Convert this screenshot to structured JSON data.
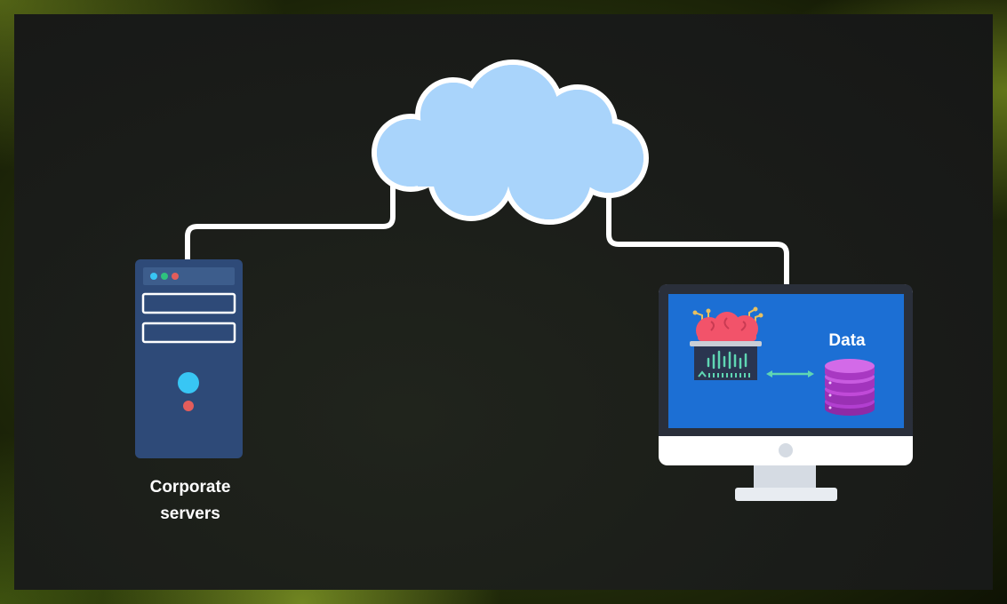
{
  "diagram": {
    "server_label_line1": "Corporate",
    "server_label_line2": "servers",
    "data_label": "Data"
  },
  "colors": {
    "cloud_fill": "#a9d4fb",
    "connector": "#ffffff",
    "server_body": "#2e4a78",
    "screen": "#1c6fd4",
    "brain": "#f2536a",
    "database": "#b23fd0",
    "arrow": "#5fd6b3"
  },
  "icons": [
    "cloud-icon",
    "server-icon",
    "monitor-icon",
    "brain-chip-icon",
    "database-icon",
    "bidirectional-arrow-icon"
  ]
}
